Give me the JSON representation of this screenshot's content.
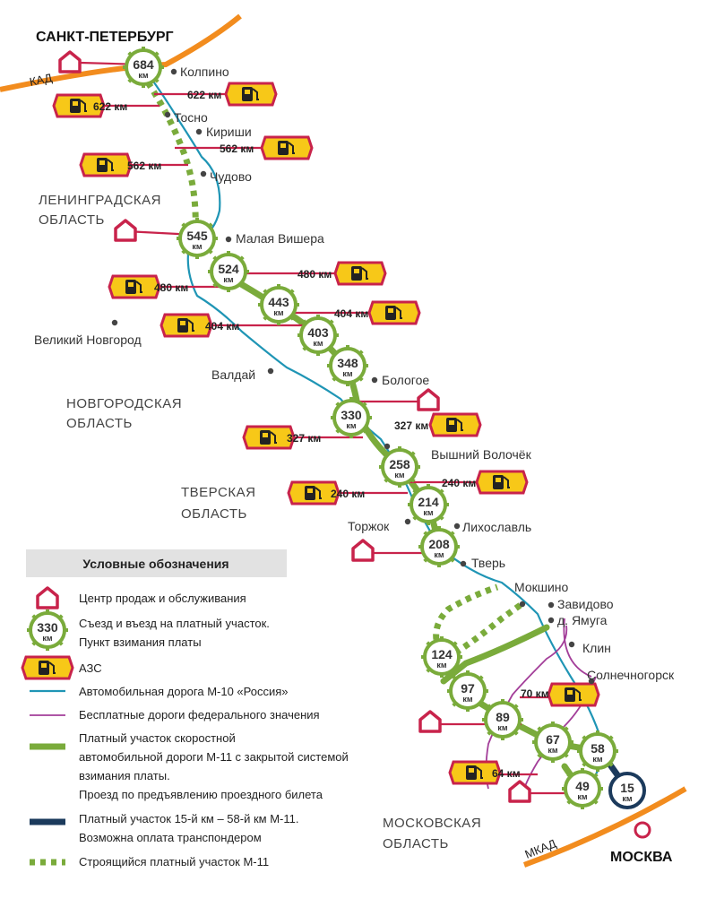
{
  "title": "САНКТ-ПЕТЕРБУРГ",
  "moscow": "МОСКВА",
  "kad": "КАД",
  "mkad": "МКАД",
  "km_unit": "км",
  "colors": {
    "toll_green": "#7aab3b",
    "m10_blue": "#1f95b5",
    "federal_purple": "#a33e99",
    "service_red": "#c8234b",
    "ring_orange": "#f28c1e",
    "transponder_navy": "#1b3a5c",
    "gas_yellow": "#f7c818"
  },
  "regions": [
    "ЛЕНИНГРАДСКАЯ",
    "ОБЛАСТЬ",
    "НОВГОРОДСКАЯ",
    "ОБЛАСТЬ",
    "ТВЕРСКАЯ",
    "ОБЛАСТЬ",
    "МОСКОВСКАЯ",
    "ОБЛАСТЬ"
  ],
  "cities": [
    "Колпино",
    "Тосно",
    "Кириши",
    "Чудово",
    "Малая Вишера",
    "Великий Новгород",
    "Валдай",
    "Бологое",
    "Вышний Волочёк",
    "Торжок",
    "Лихославль",
    "Тверь",
    "Мокшино",
    "Завидово",
    "д. Ямуга",
    "Клин",
    "Солнечногорск"
  ],
  "exits": [
    "684",
    "545",
    "524",
    "443",
    "403",
    "348",
    "330",
    "258",
    "214",
    "208",
    "124",
    "97",
    "89",
    "67",
    "58",
    "49",
    "15"
  ],
  "fuel_stations": [
    {
      "km": "622 км",
      "side": "right"
    },
    {
      "km": "622 км",
      "side": "left"
    },
    {
      "km": "562 км",
      "side": "right"
    },
    {
      "km": "562 км",
      "side": "left"
    },
    {
      "km": "480 км",
      "side": "right"
    },
    {
      "km": "480 км",
      "side": "left"
    },
    {
      "km": "404 км",
      "side": "right"
    },
    {
      "km": "404 км",
      "side": "left"
    },
    {
      "km": "327 км",
      "side": "right"
    },
    {
      "km": "327 км",
      "side": "left"
    },
    {
      "km": "240 км",
      "side": "right"
    },
    {
      "km": "240 км",
      "side": "left"
    },
    {
      "km": "70 км",
      "side": "right"
    },
    {
      "km": "64 км",
      "side": "left"
    }
  ],
  "legend": {
    "title": "Условные обозначения",
    "sales_center": "Центр продаж и обслуживания",
    "exit_sample": "330",
    "exit_line1": "Съезд и въезд на платный участок.",
    "exit_line2": "Пункт взимания платы",
    "azs": "АЗС",
    "m10": "Автомобильная дорога М-10 «Россия»",
    "federal": "Бесплатные дороги федерального значения",
    "toll_line1": "Платный участок скоростной",
    "toll_line2": "автомобильной дороги М-11 с закрытой системой",
    "toll_line3": "взимания платы.",
    "toll_line4": "Проезд по предъявлению проездного билета",
    "transp_line1": "Платный участок 15-й км – 58-й км М-11.",
    "transp_line2": "Возможна оплата транспондером",
    "construction": "Строящийся платный участок М-11"
  }
}
